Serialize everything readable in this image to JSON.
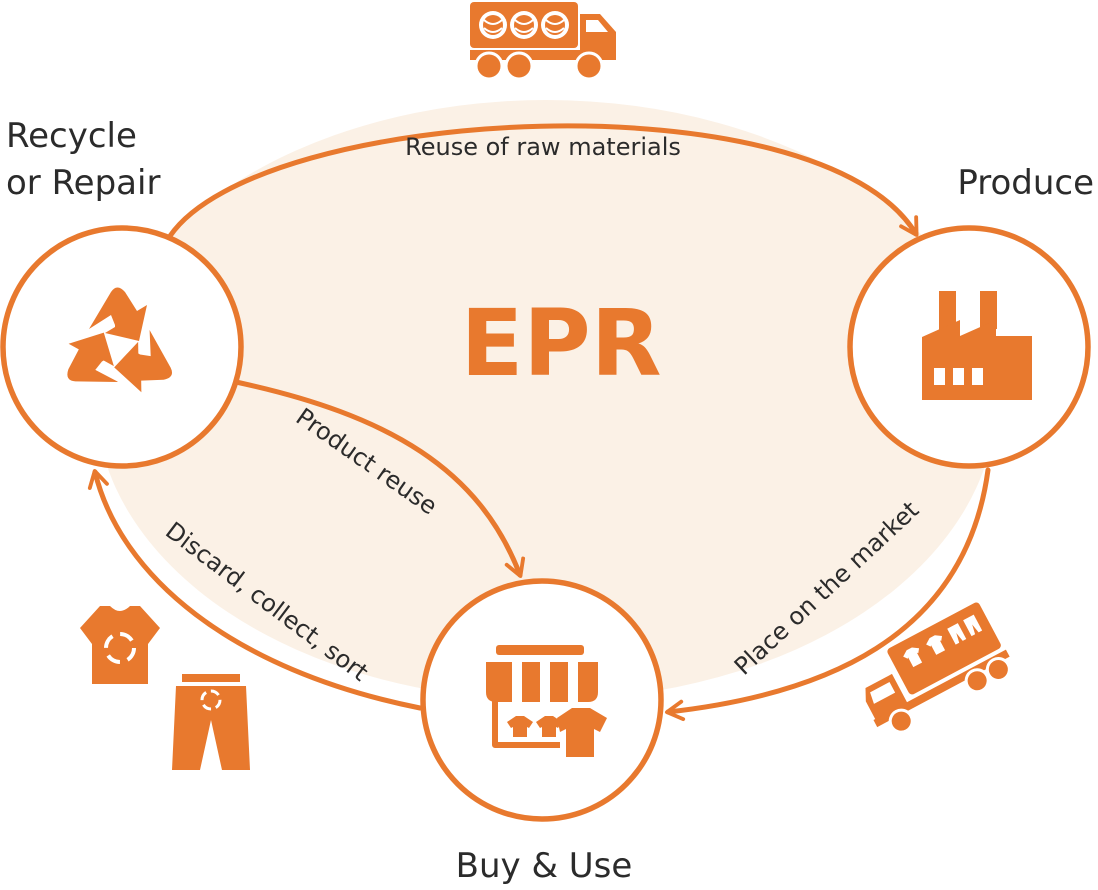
{
  "diagram": {
    "center_label": "EPR",
    "nodes": {
      "recycle": {
        "label_line1": "Recycle",
        "label_line2": "or Repair",
        "icon": "recycle-icon"
      },
      "produce": {
        "label": "Produce",
        "icon": "factory-icon"
      },
      "buy_use": {
        "label": "Buy & Use",
        "icon": "shop-icon"
      }
    },
    "edges": {
      "reuse_raw": "Reuse of raw materials",
      "product_reuse": "Product reuse",
      "place_market": "Place on the market",
      "discard": "Discard, collect, sort"
    },
    "decorations": [
      "yarn-truck-icon",
      "clothing-truck-icon",
      "tshirt-icon",
      "trousers-icon"
    ]
  },
  "colors": {
    "accent": "#E8792E",
    "ellipse_fill": "#FBF1E6",
    "text": "#2B2B2B",
    "white": "#FFFFFF"
  }
}
